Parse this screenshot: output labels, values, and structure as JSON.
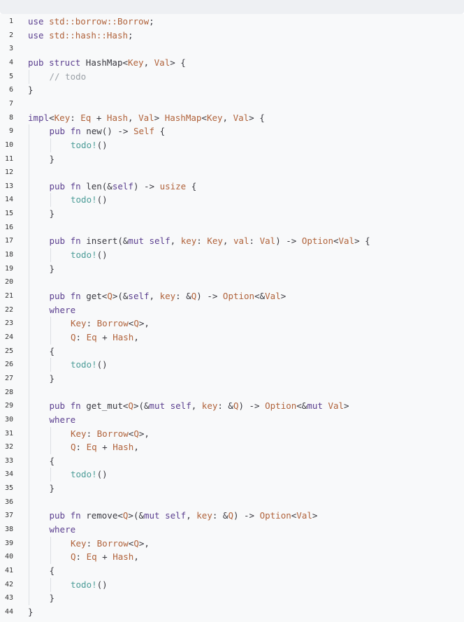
{
  "editor": {
    "language": "rust",
    "colors": {
      "background": "#f8f9fa",
      "keyword": "#5b3f8f",
      "type": "#b0623a",
      "macro": "#4b9c97",
      "comment": "#9aa0a6",
      "plain": "#38383f"
    },
    "lines": [
      {
        "n": "1",
        "indent": 0,
        "tokens": [
          [
            "use",
            "kw"
          ],
          [
            " ",
            "pl"
          ],
          [
            "std::borrow::Borrow",
            "ty"
          ],
          [
            ";",
            "pl"
          ]
        ]
      },
      {
        "n": "2",
        "indent": 0,
        "tokens": [
          [
            "use",
            "kw"
          ],
          [
            " ",
            "pl"
          ],
          [
            "std::hash::Hash",
            "ty"
          ],
          [
            ";",
            "pl"
          ]
        ]
      },
      {
        "n": "3",
        "indent": 0,
        "tokens": []
      },
      {
        "n": "4",
        "indent": 0,
        "tokens": [
          [
            "pub",
            "kw"
          ],
          [
            " ",
            "pl"
          ],
          [
            "struct",
            "kw"
          ],
          [
            " HashMap<",
            "pl"
          ],
          [
            "Key",
            "ty"
          ],
          [
            ", ",
            "pl"
          ],
          [
            "Val",
            "ty"
          ],
          [
            "> {",
            "pl"
          ]
        ]
      },
      {
        "n": "5",
        "indent": 1,
        "tokens": [
          [
            "// todo",
            "cm"
          ]
        ]
      },
      {
        "n": "6",
        "indent": 0,
        "tokens": [
          [
            "}",
            "pl"
          ]
        ]
      },
      {
        "n": "7",
        "indent": 0,
        "tokens": []
      },
      {
        "n": "8",
        "indent": 0,
        "tokens": [
          [
            "impl",
            "kw"
          ],
          [
            "<",
            "pl"
          ],
          [
            "Key",
            "ty"
          ],
          [
            ": ",
            "pl"
          ],
          [
            "Eq",
            "ty"
          ],
          [
            " + ",
            "pl"
          ],
          [
            "Hash",
            "ty"
          ],
          [
            ", ",
            "pl"
          ],
          [
            "Val",
            "ty"
          ],
          [
            "> ",
            "pl"
          ],
          [
            "HashMap",
            "ty"
          ],
          [
            "<",
            "pl"
          ],
          [
            "Key",
            "ty"
          ],
          [
            ", ",
            "pl"
          ],
          [
            "Val",
            "ty"
          ],
          [
            "> {",
            "pl"
          ]
        ]
      },
      {
        "n": "9",
        "indent": 1,
        "tokens": [
          [
            "pub",
            "kw"
          ],
          [
            " ",
            "pl"
          ],
          [
            "fn",
            "kw"
          ],
          [
            " new() -> ",
            "pl"
          ],
          [
            "Self",
            "ty"
          ],
          [
            " {",
            "pl"
          ]
        ]
      },
      {
        "n": "10",
        "indent": 2,
        "tokens": [
          [
            "todo!",
            "mac"
          ],
          [
            "()",
            "pl"
          ]
        ]
      },
      {
        "n": "11",
        "indent": 1,
        "tokens": [
          [
            "}",
            "pl"
          ]
        ]
      },
      {
        "n": "12",
        "indent": 1,
        "tokens": []
      },
      {
        "n": "13",
        "indent": 1,
        "tokens": [
          [
            "pub",
            "kw"
          ],
          [
            " ",
            "pl"
          ],
          [
            "fn",
            "kw"
          ],
          [
            " len(&",
            "pl"
          ],
          [
            "self",
            "kw"
          ],
          [
            ") -> ",
            "pl"
          ],
          [
            "usize",
            "ty"
          ],
          [
            " {",
            "pl"
          ]
        ]
      },
      {
        "n": "14",
        "indent": 2,
        "tokens": [
          [
            "todo!",
            "mac"
          ],
          [
            "()",
            "pl"
          ]
        ]
      },
      {
        "n": "15",
        "indent": 1,
        "tokens": [
          [
            "}",
            "pl"
          ]
        ]
      },
      {
        "n": "16",
        "indent": 1,
        "tokens": []
      },
      {
        "n": "17",
        "indent": 1,
        "tokens": [
          [
            "pub",
            "kw"
          ],
          [
            " ",
            "pl"
          ],
          [
            "fn",
            "kw"
          ],
          [
            " insert(&",
            "pl"
          ],
          [
            "mut",
            "kw"
          ],
          [
            " ",
            "pl"
          ],
          [
            "self",
            "kw"
          ],
          [
            ", ",
            "pl"
          ],
          [
            "key",
            "ty"
          ],
          [
            ": ",
            "pl"
          ],
          [
            "Key",
            "ty"
          ],
          [
            ", ",
            "pl"
          ],
          [
            "val",
            "ty"
          ],
          [
            ": ",
            "pl"
          ],
          [
            "Val",
            "ty"
          ],
          [
            ") -> ",
            "pl"
          ],
          [
            "Option",
            "ty"
          ],
          [
            "<",
            "pl"
          ],
          [
            "Val",
            "ty"
          ],
          [
            "> {",
            "pl"
          ]
        ]
      },
      {
        "n": "18",
        "indent": 2,
        "tokens": [
          [
            "todo!",
            "mac"
          ],
          [
            "()",
            "pl"
          ]
        ]
      },
      {
        "n": "19",
        "indent": 1,
        "tokens": [
          [
            "}",
            "pl"
          ]
        ]
      },
      {
        "n": "20",
        "indent": 1,
        "tokens": []
      },
      {
        "n": "21",
        "indent": 1,
        "tokens": [
          [
            "pub",
            "kw"
          ],
          [
            " ",
            "pl"
          ],
          [
            "fn",
            "kw"
          ],
          [
            " get<",
            "pl"
          ],
          [
            "Q",
            "ty"
          ],
          [
            ">(&",
            "pl"
          ],
          [
            "self",
            "kw"
          ],
          [
            ", ",
            "pl"
          ],
          [
            "key",
            "ty"
          ],
          [
            ": &",
            "pl"
          ],
          [
            "Q",
            "ty"
          ],
          [
            ") -> ",
            "pl"
          ],
          [
            "Option",
            "ty"
          ],
          [
            "<&",
            "pl"
          ],
          [
            "Val",
            "ty"
          ],
          [
            ">",
            "pl"
          ]
        ]
      },
      {
        "n": "22",
        "indent": 1,
        "tokens": [
          [
            "where",
            "kw"
          ]
        ]
      },
      {
        "n": "23",
        "indent": 2,
        "tokens": [
          [
            "Key",
            "ty"
          ],
          [
            ": ",
            "pl"
          ],
          [
            "Borrow",
            "ty"
          ],
          [
            "<",
            "pl"
          ],
          [
            "Q",
            "ty"
          ],
          [
            ">,",
            "pl"
          ]
        ]
      },
      {
        "n": "24",
        "indent": 2,
        "tokens": [
          [
            "Q",
            "ty"
          ],
          [
            ": ",
            "pl"
          ],
          [
            "Eq",
            "ty"
          ],
          [
            " + ",
            "pl"
          ],
          [
            "Hash",
            "ty"
          ],
          [
            ",",
            "pl"
          ]
        ]
      },
      {
        "n": "25",
        "indent": 1,
        "tokens": [
          [
            "{",
            "pl"
          ]
        ]
      },
      {
        "n": "26",
        "indent": 2,
        "tokens": [
          [
            "todo!",
            "mac"
          ],
          [
            "()",
            "pl"
          ]
        ]
      },
      {
        "n": "27",
        "indent": 1,
        "tokens": [
          [
            "}",
            "pl"
          ]
        ]
      },
      {
        "n": "28",
        "indent": 1,
        "tokens": []
      },
      {
        "n": "29",
        "indent": 1,
        "tokens": [
          [
            "pub",
            "kw"
          ],
          [
            " ",
            "pl"
          ],
          [
            "fn",
            "kw"
          ],
          [
            " get_mut<",
            "pl"
          ],
          [
            "Q",
            "ty"
          ],
          [
            ">(&",
            "pl"
          ],
          [
            "mut",
            "kw"
          ],
          [
            " ",
            "pl"
          ],
          [
            "self",
            "kw"
          ],
          [
            ", ",
            "pl"
          ],
          [
            "key",
            "ty"
          ],
          [
            ": &",
            "pl"
          ],
          [
            "Q",
            "ty"
          ],
          [
            ") -> ",
            "pl"
          ],
          [
            "Option",
            "ty"
          ],
          [
            "<&",
            "pl"
          ],
          [
            "mut",
            "kw"
          ],
          [
            " ",
            "pl"
          ],
          [
            "Val",
            "ty"
          ],
          [
            ">",
            "pl"
          ]
        ]
      },
      {
        "n": "30",
        "indent": 1,
        "tokens": [
          [
            "where",
            "kw"
          ]
        ]
      },
      {
        "n": "31",
        "indent": 2,
        "tokens": [
          [
            "Key",
            "ty"
          ],
          [
            ": ",
            "pl"
          ],
          [
            "Borrow",
            "ty"
          ],
          [
            "<",
            "pl"
          ],
          [
            "Q",
            "ty"
          ],
          [
            ">,",
            "pl"
          ]
        ]
      },
      {
        "n": "32",
        "indent": 2,
        "tokens": [
          [
            "Q",
            "ty"
          ],
          [
            ": ",
            "pl"
          ],
          [
            "Eq",
            "ty"
          ],
          [
            " + ",
            "pl"
          ],
          [
            "Hash",
            "ty"
          ],
          [
            ",",
            "pl"
          ]
        ]
      },
      {
        "n": "33",
        "indent": 1,
        "tokens": [
          [
            "{",
            "pl"
          ]
        ]
      },
      {
        "n": "34",
        "indent": 2,
        "tokens": [
          [
            "todo!",
            "mac"
          ],
          [
            "()",
            "pl"
          ]
        ]
      },
      {
        "n": "35",
        "indent": 1,
        "tokens": [
          [
            "}",
            "pl"
          ]
        ]
      },
      {
        "n": "36",
        "indent": 1,
        "tokens": []
      },
      {
        "n": "37",
        "indent": 1,
        "tokens": [
          [
            "pub",
            "kw"
          ],
          [
            " ",
            "pl"
          ],
          [
            "fn",
            "kw"
          ],
          [
            " remove<",
            "pl"
          ],
          [
            "Q",
            "ty"
          ],
          [
            ">(&",
            "pl"
          ],
          [
            "mut",
            "kw"
          ],
          [
            " ",
            "pl"
          ],
          [
            "self",
            "kw"
          ],
          [
            ", ",
            "pl"
          ],
          [
            "key",
            "ty"
          ],
          [
            ": &",
            "pl"
          ],
          [
            "Q",
            "ty"
          ],
          [
            ") -> ",
            "pl"
          ],
          [
            "Option",
            "ty"
          ],
          [
            "<",
            "pl"
          ],
          [
            "Val",
            "ty"
          ],
          [
            ">",
            "pl"
          ]
        ]
      },
      {
        "n": "38",
        "indent": 1,
        "tokens": [
          [
            "where",
            "kw"
          ]
        ]
      },
      {
        "n": "39",
        "indent": 2,
        "tokens": [
          [
            "Key",
            "ty"
          ],
          [
            ": ",
            "pl"
          ],
          [
            "Borrow",
            "ty"
          ],
          [
            "<",
            "pl"
          ],
          [
            "Q",
            "ty"
          ],
          [
            ">,",
            "pl"
          ]
        ]
      },
      {
        "n": "40",
        "indent": 2,
        "tokens": [
          [
            "Q",
            "ty"
          ],
          [
            ": ",
            "pl"
          ],
          [
            "Eq",
            "ty"
          ],
          [
            " + ",
            "pl"
          ],
          [
            "Hash",
            "ty"
          ],
          [
            ",",
            "pl"
          ]
        ]
      },
      {
        "n": "41",
        "indent": 1,
        "tokens": [
          [
            "{",
            "pl"
          ]
        ]
      },
      {
        "n": "42",
        "indent": 2,
        "tokens": [
          [
            "todo!",
            "mac"
          ],
          [
            "()",
            "pl"
          ]
        ]
      },
      {
        "n": "43",
        "indent": 1,
        "tokens": [
          [
            "}",
            "pl"
          ]
        ]
      },
      {
        "n": "44",
        "indent": 0,
        "tokens": [
          [
            "}",
            "pl"
          ]
        ]
      }
    ]
  }
}
